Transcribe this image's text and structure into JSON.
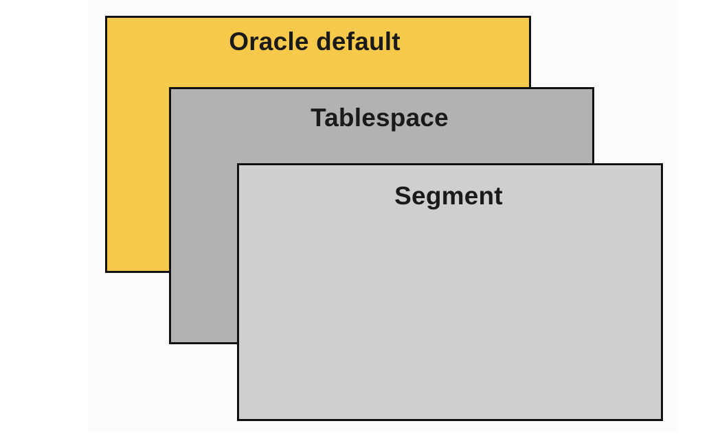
{
  "diagram": {
    "layers": [
      {
        "id": "oracle-default",
        "label": "Oracle default",
        "color": "#f6c94b"
      },
      {
        "id": "tablespace",
        "label": "Tablespace",
        "color": "#b2b2b2"
      },
      {
        "id": "segment",
        "label": "Segment",
        "color": "#cfcfcf"
      }
    ],
    "border_color": "#111111"
  }
}
